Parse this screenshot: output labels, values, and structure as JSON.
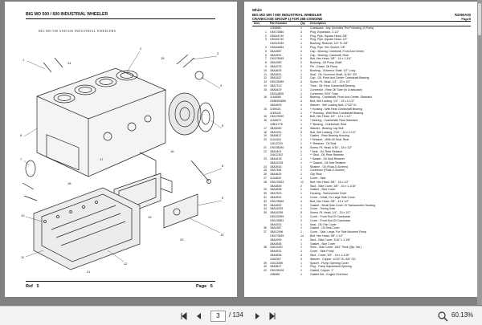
{
  "left_page": {
    "title": "BIG MO 500 / 600 INDUSTRIAL WHEELER",
    "subtitle": "BIG MO 500 AND 600 INDUSTRIAL WHEELERS",
    "ref_label": "Ref",
    "ref_number": "5",
    "page_label": "Page",
    "page_number": "5",
    "callouts": [
      "1",
      "2",
      "3",
      "4",
      "5",
      "6",
      "7",
      "8",
      "9",
      "10",
      "11",
      "12",
      "13",
      "14",
      "15",
      "16",
      "17",
      "18",
      "19",
      "20",
      "21",
      "22",
      "23",
      "24",
      "25",
      "26",
      "27",
      "28",
      "29",
      "30",
      "31",
      "32",
      "33",
      "34",
      "35",
      "36",
      "37",
      "38",
      "39",
      "40",
      "41"
    ]
  },
  "right_page": {
    "brand": "White",
    "title": "BIG MO 500 / 600 INDUSTRIAL WHEELER",
    "code": "R2060A00",
    "group": "CRANKCASE GROUP 1) FOR 268-4 ENGINE",
    "page": "Page5",
    "columns": {
      "item": "Item",
      "part": "Part Number",
      "qty": "Qty",
      "desc": "Description"
    },
    "parts": [
      [
        "",
        "1206580",
        "1",
        "Crankcase - Asy. (Includes The Following 10 Parts)"
      ],
      [
        "1",
        "GM172680",
        "3",
        "Plug, Expansion, 2-1/2\""
      ],
      [
        "2",
        "GM444740",
        "1",
        "Plug, Pipe, Square Head, 3/8\""
      ],
      [
        "3",
        "GM444740",
        "1",
        "Plug, Pipe, Square Head, 1/2\""
      ],
      [
        "",
        "GM141539",
        "1",
        "Bushing, Reducer, 1/4\" To 1/8\""
      ],
      [
        "4",
        "GM444654",
        "2",
        "Plug, Pipe, Hex Socket, 1/8\""
      ],
      [
        "5",
        "1BA4587",
        "2",
        "Cap - Bearing, Camshaft, Front And Center"
      ],
      [
        "6",
        "1BA4591",
        "1",
        "Cap - Bearing, Camshaft, Rear"
      ],
      [
        "7",
        "GM178845",
        "6",
        "Bolt, Hex Head, 3/8\" - 16 x 1-3/4\""
      ],
      [
        "8",
        "1BA4389",
        "2",
        "Bushing - Oil Pump Shaft"
      ],
      [
        "9",
        "1BA4376",
        "2",
        "Pin - Dowel, Oil Pump"
      ],
      [
        "10",
        "1BA4625",
        "1",
        "Bushing - Governor Shaft, 1/2\" Long"
      ],
      [
        "11",
        "1BA4631",
        "1",
        "Seal - Oil, Governor Shaft, 11/16\" OD"
      ],
      [
        "12",
        "1BA1822",
        "2",
        "Cap - Oil, Front And Center Crankshaft Bearing"
      ],
      [
        "13",
        "GM133955",
        "4",
        "Screw, Fil. Head, 1/4\" - 20 x 1/2\""
      ],
      [
        "14",
        "1BA7313",
        "1",
        "Tube - Oil, Rear Crankshaft Bearing"
      ],
      [
        "15",
        "1BA6429",
        "1",
        "Connector - Rear Oil Tube (In Crankcase)"
      ],
      [
        "",
        "GM114806",
        "1",
        "Connector, 5/16\" Tube"
      ],
      [
        "16",
        "11A6589",
        "2",
        "Bearing - Crankshaft, Front And Center, Standard"
      ],
      [
        "",
        "GMB493856",
        "4",
        "Bolt, Self Locking, 1/2\" - 13 x 2-1/2\""
      ],
      [
        "",
        "1BA4639",
        "4",
        "Washer - Self Locking Bolt, 17/32\" ID"
      ],
      [
        "15",
        "11B9421",
        "1",
        "* Housing - With Rear Crankshaft Bearing"
      ],
      [
        "",
        "11B9432",
        "1",
        "** Housing - With Rear Crankshaft Bearing"
      ],
      [
        "16",
        "GM178930",
        "4",
        "Bolt, Hex Head, 1/2\" - 13 x 1-1/2\""
      ],
      [
        "16",
        "11A6670",
        "1",
        "* Bearing - Crankshaft, Rear Standard"
      ],
      [
        "",
        "10B11775",
        "1",
        "** Bearing - Crankshaft, Rear"
      ],
      [
        "17",
        "1BA6280",
        "2",
        "Washer - Bearing Cap Bolt"
      ],
      [
        "18",
        "1BA1921",
        "3",
        "Bolt, Self Locking, 7/16\" - 14 x 2-1/4\""
      ],
      [
        "19",
        "1BA8417",
        "1",
        "Gasket - Rear Bearing Housing"
      ],
      [
        "20",
        "11A4416",
        "1",
        "* Retainer - With Oil Seal, Rear"
      ],
      [
        "",
        "10A12220",
        "1",
        "** Retainer - Oil Seal"
      ],
      [
        "21",
        "GM138290",
        "6",
        "Screw, Fil. Head, 5/16\" - 18 x 1/2\""
      ],
      [
        "22",
        "1BA4401",
        "1",
        "* Seal - Oil, Rear Retainer"
      ],
      [
        "",
        "10A12302",
        "1",
        "** Seal - Oil, Rear Retainer"
      ],
      [
        "23",
        "1BA4418",
        "1",
        "* Gasket - Oil Seal Retainer"
      ],
      [
        "",
        "1BA16234",
        "1",
        "** Gasket - Oil Seal Retainer"
      ],
      [
        "24",
        "1BA3915",
        "1",
        "Strainer - Oil (Float-O-Screen)"
      ],
      [
        "25",
        "1BA7484",
        "1",
        "Connector (Float-O-Screen)"
      ],
      [
        "26",
        "1BA4624",
        "1",
        "Clip Stick"
      ],
      [
        "27",
        "11A4840",
        "1",
        "Cover - Side"
      ],
      [
        "28",
        "GM179633",
        "12",
        "Bolt, Hex Head, 3/8\" - 16 x 1/2\""
      ],
      [
        "",
        "1BA4839",
        "2",
        "Stud - Side Cover, 3/8\" - 16 x 1-1/16\""
      ],
      [
        "29",
        "1BA4838",
        "1",
        "Gasket - Side Cover"
      ],
      [
        "30",
        "1BA7523",
        "1",
        "Housing - Tachoumeter Drive"
      ],
      [
        "31",
        "1BA4591",
        "1",
        "Cover - Small, On Large Side Cover"
      ],
      [
        "32",
        "GM178849",
        "4",
        "Bolt, Hex Head, 3/8\" - 16 x 1/2\""
      ],
      [
        "33",
        "1BA4592",
        "1",
        "Gasket - Small Side Cover Or Tachoumeter Housing"
      ],
      [
        "34",
        "1BA16253",
        "1",
        "Cover - Timing Gear"
      ],
      [
        "35",
        "1BA16255",
        "5",
        "Screw, Fil. Head, 1/4\" - 20 x 1/2\""
      ],
      [
        "",
        "GM132599",
        "1",
        "Cover - Front End Of Crankcase"
      ],
      [
        "",
        "GM133681",
        "2",
        "Cover - Front End Of Crankcase"
      ],
      [
        "",
        "1BA4331",
        "1",
        "Seal - Oil, Fan Cover"
      ],
      [
        "36",
        "1BA4387",
        "1",
        "Gasket - Oil Seal Cover"
      ],
      [
        "37",
        "1BA12996",
        "1",
        "Cover - Side, Large, For Side Mounted Pump"
      ],
      [
        "",
        "GM179639",
        "14",
        "Bolt, Hex Head, 3/8\" x 1/2\""
      ],
      [
        "",
        "1BA4999",
        "1",
        "Stud - Side Cover, 3/16\" x 1-1/8\""
      ],
      [
        "",
        "1BA4838",
        "1",
        "Gasket - Side Cover"
      ],
      [
        "38",
        "10A13491",
        "1",
        "Shim - Side Cover, 1/64\" Thick (Qty. Var.)"
      ],
      [
        "",
        "1BA4532",
        "1",
        "Cover - Side Pump"
      ],
      [
        "",
        "1BA4836",
        "3",
        "Stud - Cover, 3/8\" - 16 x 1-1/16\""
      ],
      [
        "",
        "10A3367",
        "3",
        "Washer - Copper, 11/32\" ID, 5/8\" OD"
      ],
      [
        "39",
        "10A13306",
        "1",
        "Spacer - Pump Opening Cover"
      ],
      [
        "40",
        "1BA5627",
        "1",
        "Plug - Pump Adjustment Opening"
      ],
      [
        "41",
        "GM135426",
        "1",
        "Gasket, Copper, 1\""
      ],
      [
        "",
        "10B486",
        "1",
        "Gasket Set - Engine Overhaul"
      ]
    ]
  },
  "toolbar": {
    "page_current": "3",
    "page_total": "/ 134",
    "zoom": "60.13%"
  },
  "icons": {
    "first": "first-page-icon",
    "prev": "previous-page-icon",
    "next": "next-page-icon",
    "last": "last-page-icon",
    "zoom": "zoom-icon"
  }
}
